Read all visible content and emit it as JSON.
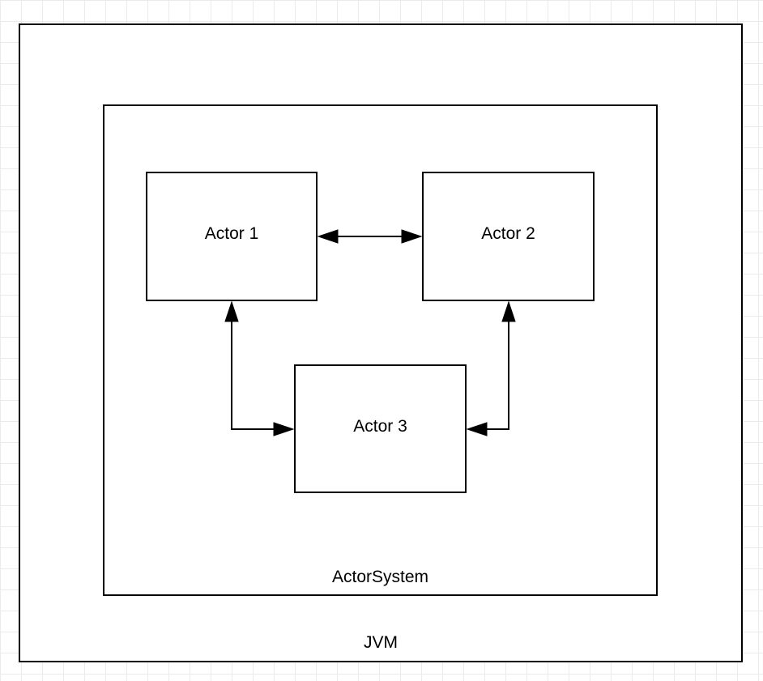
{
  "diagram": {
    "containers": {
      "jvm": {
        "label": "JVM"
      },
      "actor_system": {
        "label": "ActorSystem"
      }
    },
    "nodes": [
      {
        "id": "actor-1",
        "label": "Actor 1"
      },
      {
        "id": "actor-2",
        "label": "Actor 2"
      },
      {
        "id": "actor-3",
        "label": "Actor 3"
      }
    ],
    "edges": [
      {
        "from": "actor-1",
        "to": "actor-2",
        "direction": "bidirectional"
      },
      {
        "from": "actor-1",
        "to": "actor-3",
        "direction": "bidirectional"
      },
      {
        "from": "actor-2",
        "to": "actor-3",
        "direction": "bidirectional"
      }
    ],
    "colors": {
      "stroke": "#000000",
      "fill": "#ffffff",
      "grid": "#ebebeb"
    }
  }
}
